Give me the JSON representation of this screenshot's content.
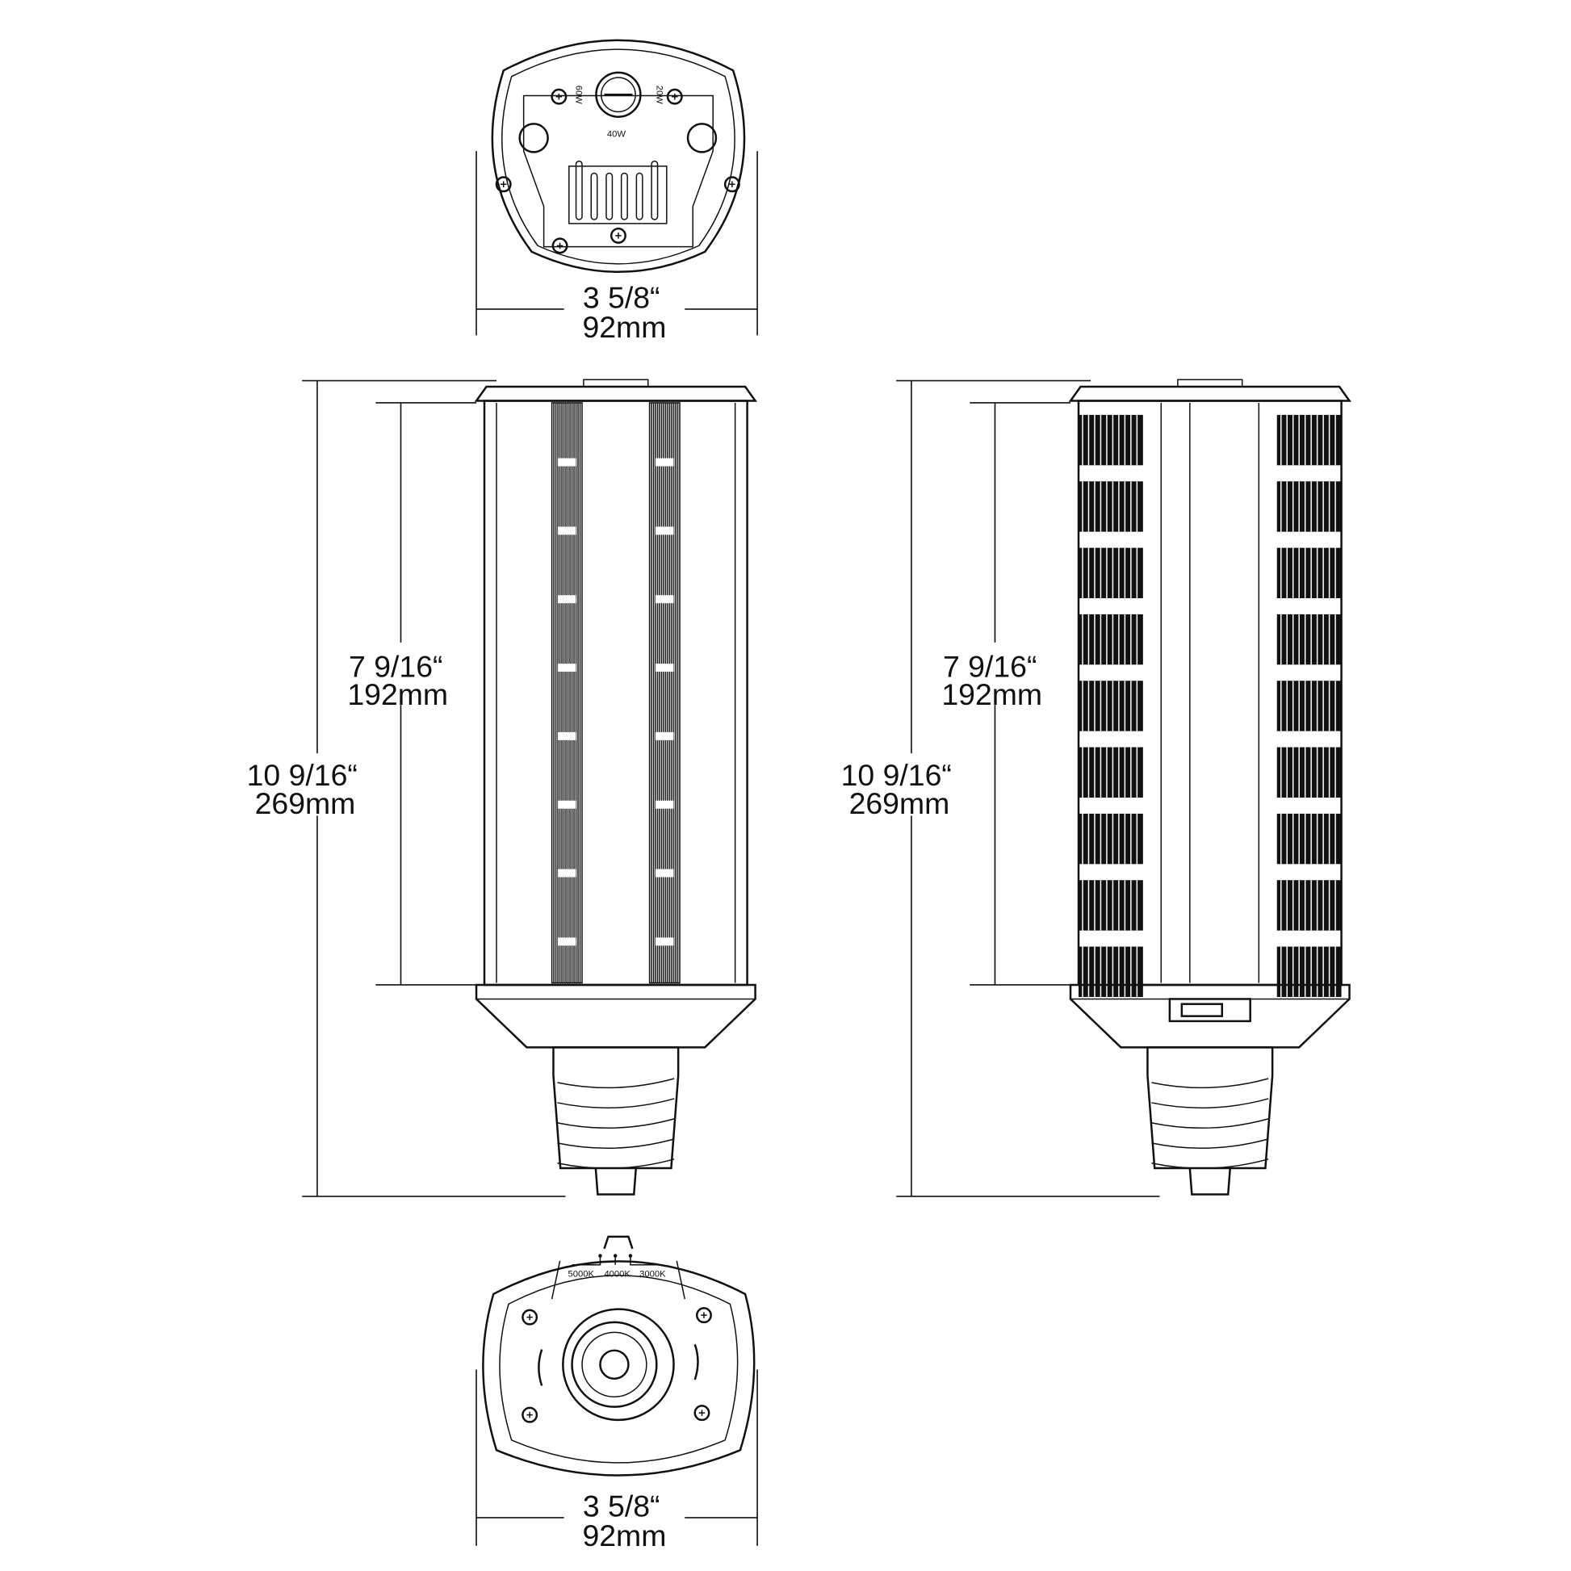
{
  "top_view": {
    "width_in": "3  5/8“",
    "width_mm": "92mm",
    "wattage_labels": [
      "60W",
      "40W",
      "20W"
    ]
  },
  "side_view_left": {
    "overall_height_in": "10  9/16“",
    "overall_height_mm": "269mm",
    "body_height_in": "7  9/16“",
    "body_height_mm": "192mm"
  },
  "side_view_right": {
    "overall_height_in": "10  9/16“",
    "overall_height_mm": "269mm",
    "body_height_in": "7  9/16“",
    "body_height_mm": "192mm"
  },
  "bottom_view": {
    "width_in": "3  5/8“",
    "width_mm": "92mm",
    "cct_labels": [
      "5000K",
      "4000K",
      "3000K"
    ]
  }
}
